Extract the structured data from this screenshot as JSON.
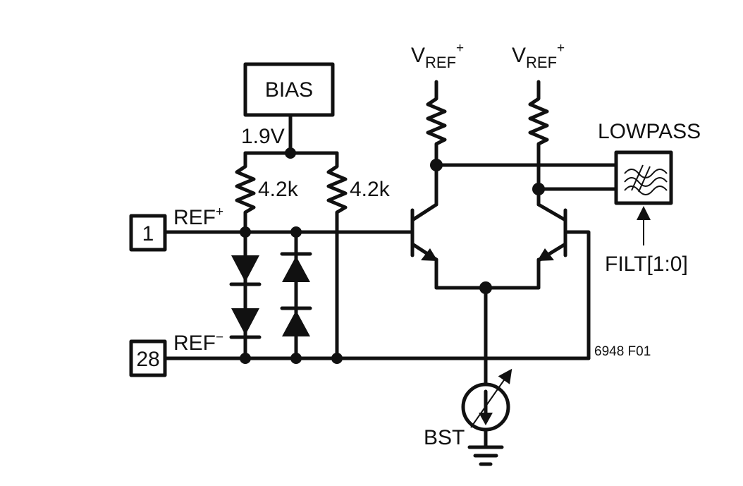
{
  "labels": {
    "bias": "BIAS",
    "bias_voltage": "1.9V",
    "r_left": "4.2k",
    "r_right": "4.2k",
    "ref_plus": "REF",
    "ref_plus_sup": "+",
    "ref_minus": "REF",
    "ref_minus_sup": "−",
    "pin_1": "1",
    "pin_28": "28",
    "vref_left": "V",
    "vref_left_sub": "REF",
    "vref_left_sup": "+",
    "vref_right": "V",
    "vref_right_sub": "REF",
    "vref_right_sup": "+",
    "lowpass": "LOWPASS",
    "filt": "FILT[1:0]",
    "bst": "BST",
    "figure_id": "6948 F01"
  },
  "icons": {
    "filter": "lowpass-filter-icon",
    "ground": "ground-icon",
    "current_source": "current-source-icon"
  }
}
